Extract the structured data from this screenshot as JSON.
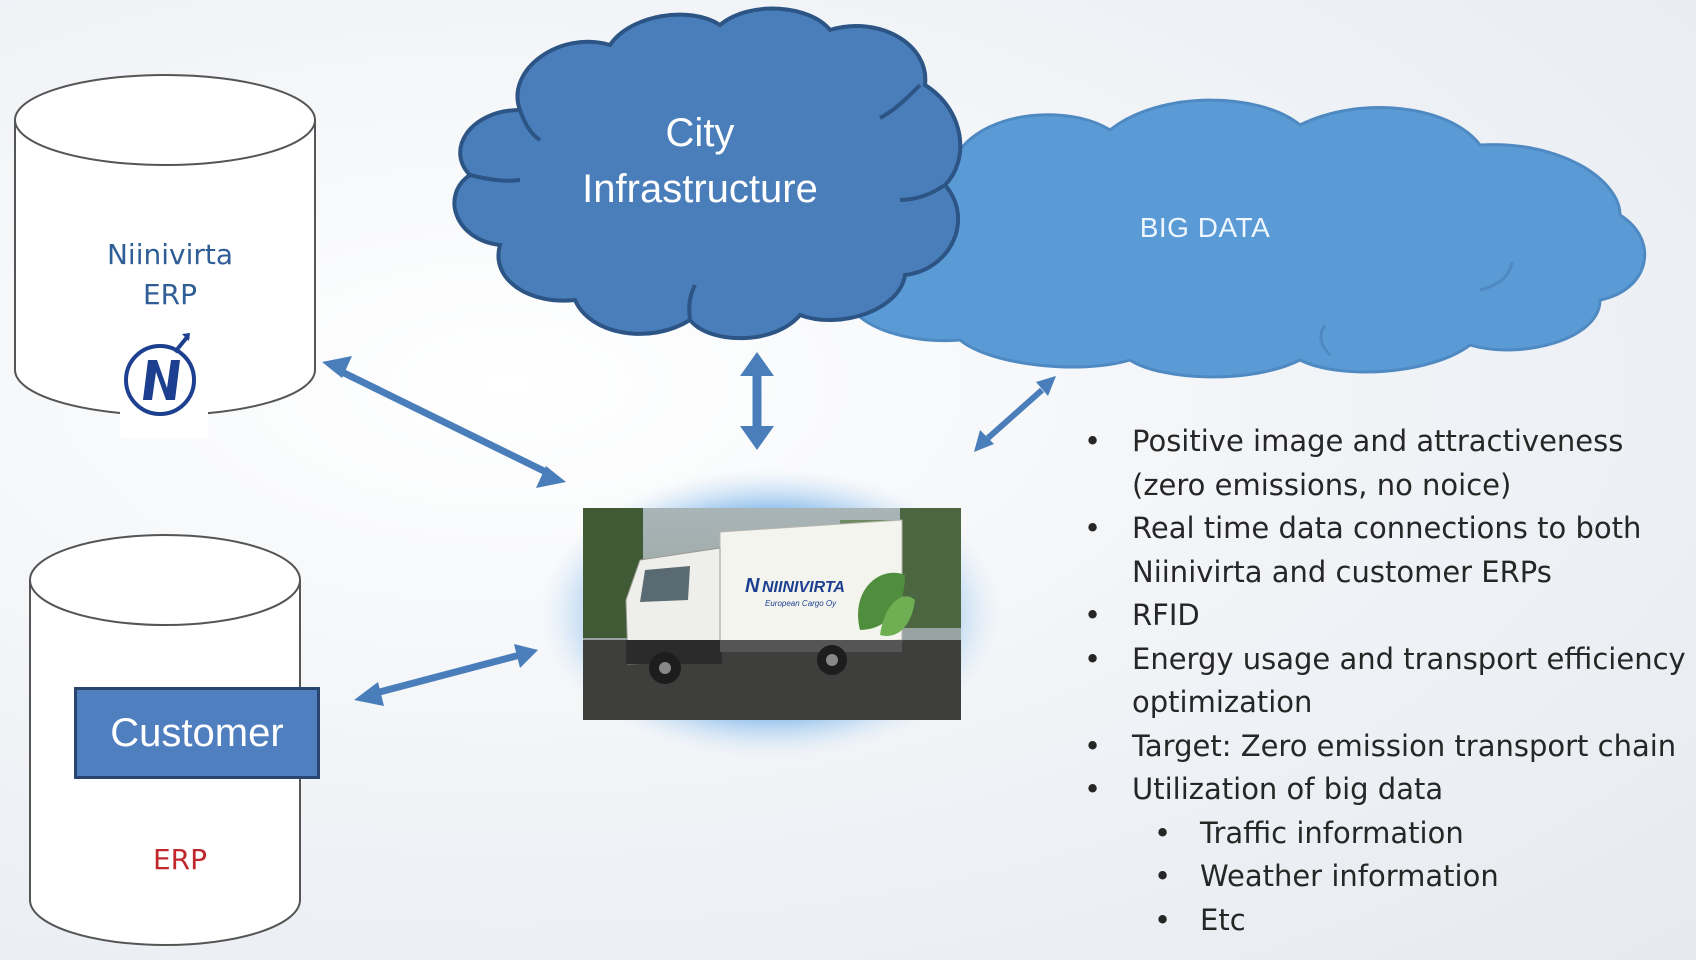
{
  "clouds": {
    "city": {
      "line1": "City",
      "line2": "Infrastructure"
    },
    "big_data": {
      "label": "BIG DATA"
    }
  },
  "databases": {
    "niinivirta": {
      "line1": "Niinivirta",
      "line2": "ERP",
      "logo_icon": "niinivirta-n-logo"
    },
    "customer": {
      "box_label": "Customer",
      "erp_label": "ERP"
    }
  },
  "truck": {
    "brand": "NIINIVIRTA",
    "tagline": "European Cargo Oy"
  },
  "bullets": [
    {
      "text": "Positive image and attractiveness",
      "cont": "(zero emissions, no noice)"
    },
    {
      "text": "Real time data connections to both",
      "cont": "Niinivirta and customer ERPs"
    },
    {
      "text": "RFID",
      "cont": ""
    },
    {
      "text": "Energy usage and transport efficiency",
      "cont": "optimization"
    },
    {
      "text": "Target: Zero emission transport chain",
      "cont": ""
    },
    {
      "text": "Utilization of big data",
      "cont": ""
    }
  ],
  "sub_bullets": [
    "Traffic information",
    "Weather information",
    "Etc"
  ],
  "colors": {
    "cloud_city": "#4a7ebb",
    "cloud_bigdata": "#5b9bd5",
    "arrow": "#4a7ebb",
    "customer_box": "#4f7fbf",
    "erp_red": "#c0282d"
  }
}
